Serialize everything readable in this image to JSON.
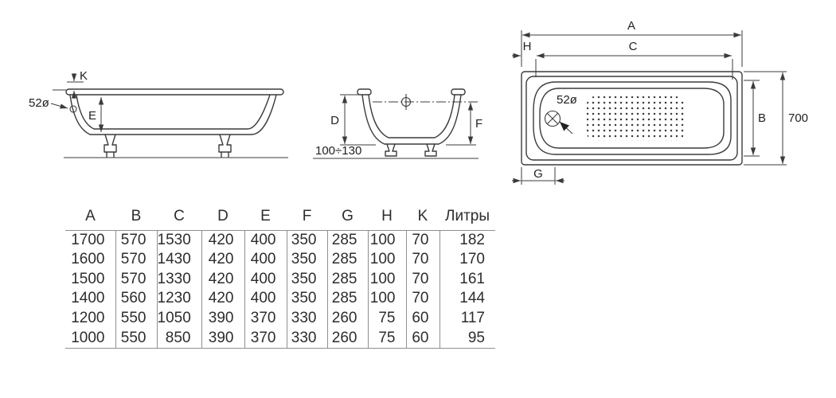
{
  "views": {
    "side_view": {
      "label_k": "K",
      "label_e": "E",
      "overflow_diameter": "52ø"
    },
    "end_view": {
      "label_d": "D",
      "label_f": "F",
      "foot_height_range": "100÷130"
    },
    "top_view": {
      "label_a": "A",
      "label_h": "H",
      "label_c": "C",
      "label_b": "B",
      "label_g": "G",
      "overall_width": "700",
      "drain_diameter": "52ø"
    }
  },
  "table": {
    "headers": [
      "A",
      "B",
      "C",
      "D",
      "E",
      "F",
      "G",
      "H",
      "K",
      "Литры"
    ],
    "rows": [
      [
        "1700",
        "570",
        "1530",
        "420",
        "400",
        "350",
        "285",
        "100",
        "70",
        "182"
      ],
      [
        "1600",
        "570",
        "1430",
        "420",
        "400",
        "350",
        "285",
        "100",
        "70",
        "170"
      ],
      [
        "1500",
        "570",
        "1330",
        "420",
        "400",
        "350",
        "285",
        "100",
        "70",
        "161"
      ],
      [
        "1400",
        "560",
        "1230",
        "420",
        "400",
        "350",
        "285",
        "100",
        "70",
        "144"
      ],
      [
        "1200",
        "550",
        "1050",
        "390",
        "370",
        "330",
        "260",
        "75",
        "60",
        "117"
      ],
      [
        "1000",
        "550",
        "850",
        "390",
        "370",
        "330",
        "260",
        "75",
        "60",
        "95"
      ]
    ]
  }
}
